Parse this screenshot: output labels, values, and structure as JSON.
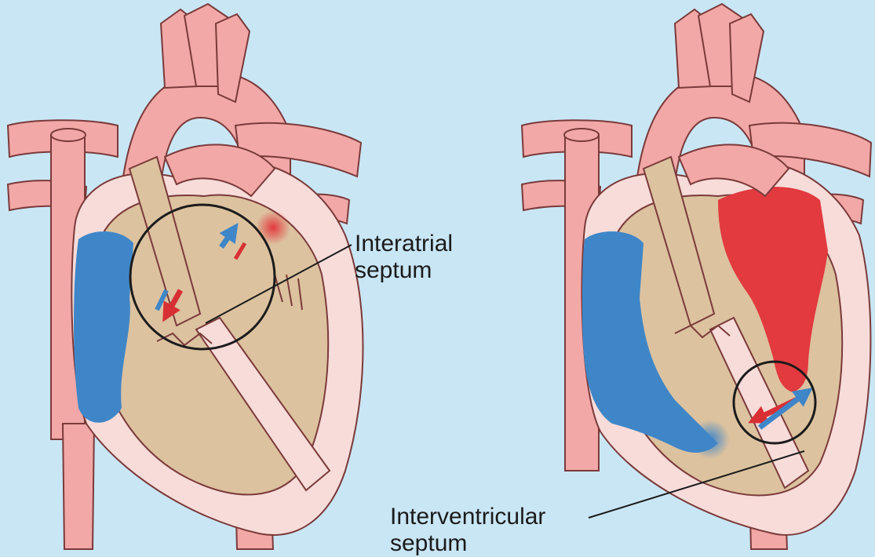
{
  "labels": {
    "interatrial_line1": "Interatrial",
    "interatrial_line2": "septum",
    "interventricular_line1": "Interventricular",
    "interventricular_line2": "septum"
  },
  "colors": {
    "background": "#c9e6f5",
    "vessel": "#f2a8a6",
    "vessel_outline": "#7a3a3a",
    "chamber_tan": "#dcc29f",
    "heart_wall": "#f7dcd9",
    "deoxygenated_blue": "#3f86c8",
    "oxygenated_red": "#e23a3f",
    "circle": "#1b1b1b"
  }
}
